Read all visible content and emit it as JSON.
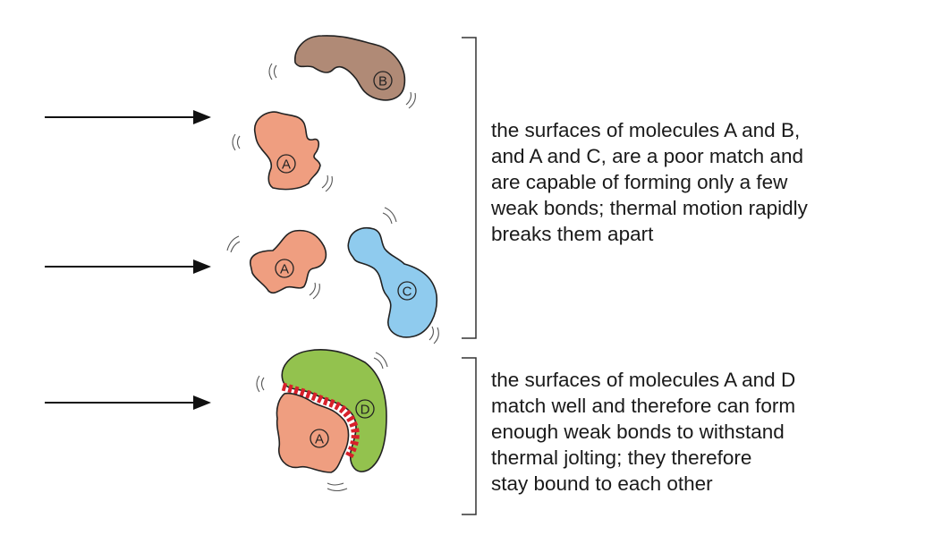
{
  "molecules": {
    "a": "A",
    "b": "B",
    "c": "C",
    "d": "D"
  },
  "captions": {
    "poor_match": [
      "the surfaces of molecules A and B,",
      "and A and C, are a poor match and",
      "are capable of forming only a few",
      "weak bonds; thermal motion rapidly",
      "breaks them apart"
    ],
    "good_match": [
      "the surfaces of molecules A and D",
      "match well and therefore can form",
      "enough weak bonds to withstand",
      "thermal jolting; they therefore",
      "stay bound to each other"
    ]
  },
  "colors": {
    "molecule_a": "#ef9e80",
    "molecule_b": "#b08a76",
    "molecule_c": "#8fcbee",
    "molecule_d": "#93c24e",
    "bond": "#d8202a"
  }
}
